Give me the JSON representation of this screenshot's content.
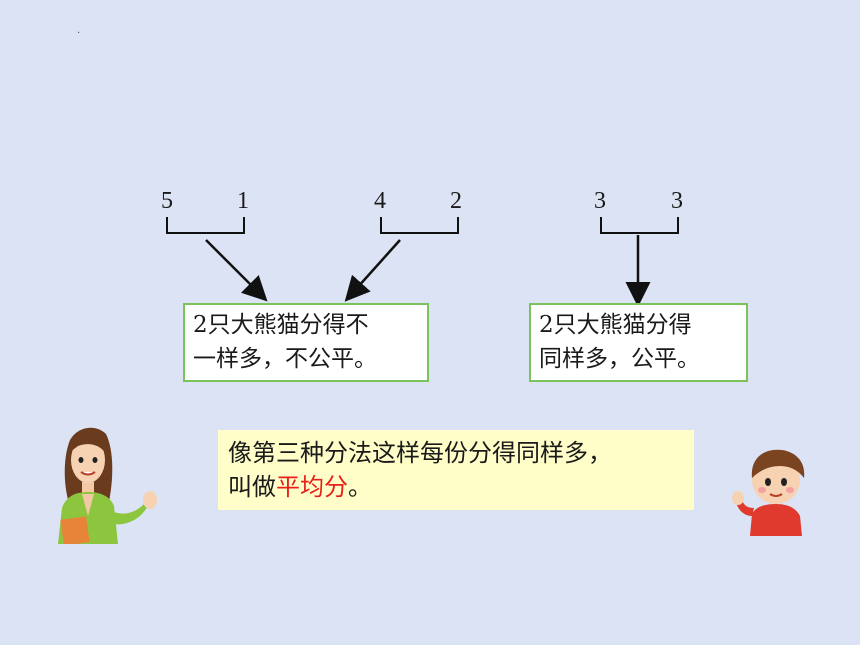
{
  "groups": [
    {
      "left": "5",
      "right": "1"
    },
    {
      "left": "4",
      "right": "2"
    },
    {
      "left": "3",
      "right": "3"
    }
  ],
  "box_unfair": {
    "line1": "2只大熊猫分得不",
    "line2": "一样多，不公平。"
  },
  "box_fair": {
    "line1": "2只大熊猫分得",
    "line2": "同样多，公平。"
  },
  "note": {
    "line1": "像第三种分法这样每份分得同样多，",
    "prefix2": "叫做",
    "highlight": "平均分",
    "suffix2": "。"
  },
  "colors": {
    "background": "#dbe3f4",
    "box_border": "#7ac25a",
    "note_bg": "#fffec8",
    "highlight": "#e8201a"
  },
  "icons": [
    "teacher-figure",
    "boy-figure"
  ]
}
